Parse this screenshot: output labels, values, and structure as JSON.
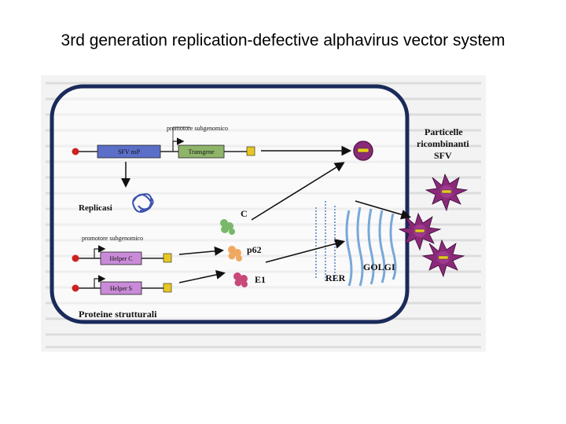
{
  "slide": {
    "title": "3rd generation replication-defective alphavirus vector system"
  },
  "diagram": {
    "cell_labels": {
      "subgenomic_promoter_top": "promotore subgenomico",
      "replicon": "SFV nsP",
      "transgene": "Transgene",
      "replicase": "Replicasi",
      "subgenomic_promoter_helper": "promotore subgenomico",
      "helper_c": "Helper C",
      "helper_s": "Helper S",
      "structural_proteins": "Proteine strutturali",
      "capsid": "C",
      "p62": "p62",
      "e1": "E1",
      "rer": "RER",
      "golgi": "GOLGI",
      "particles_line1": "Particelle",
      "particles_line2": "ricombinanti",
      "particles_line3": "SFV"
    },
    "colors": {
      "replicon": "#5b6fc8",
      "transgene": "#8fb56a",
      "helper": "#c98bd8",
      "cap": "#cc2222",
      "tail": "#e8c820",
      "replicase": "#3a52b0",
      "capsid": "#78b86a",
      "p62": "#f0a860",
      "e1": "#c84878",
      "golgi": "#78a8d8",
      "particle": "#8a2a78",
      "cell_border": "#1a2a5a"
    }
  }
}
